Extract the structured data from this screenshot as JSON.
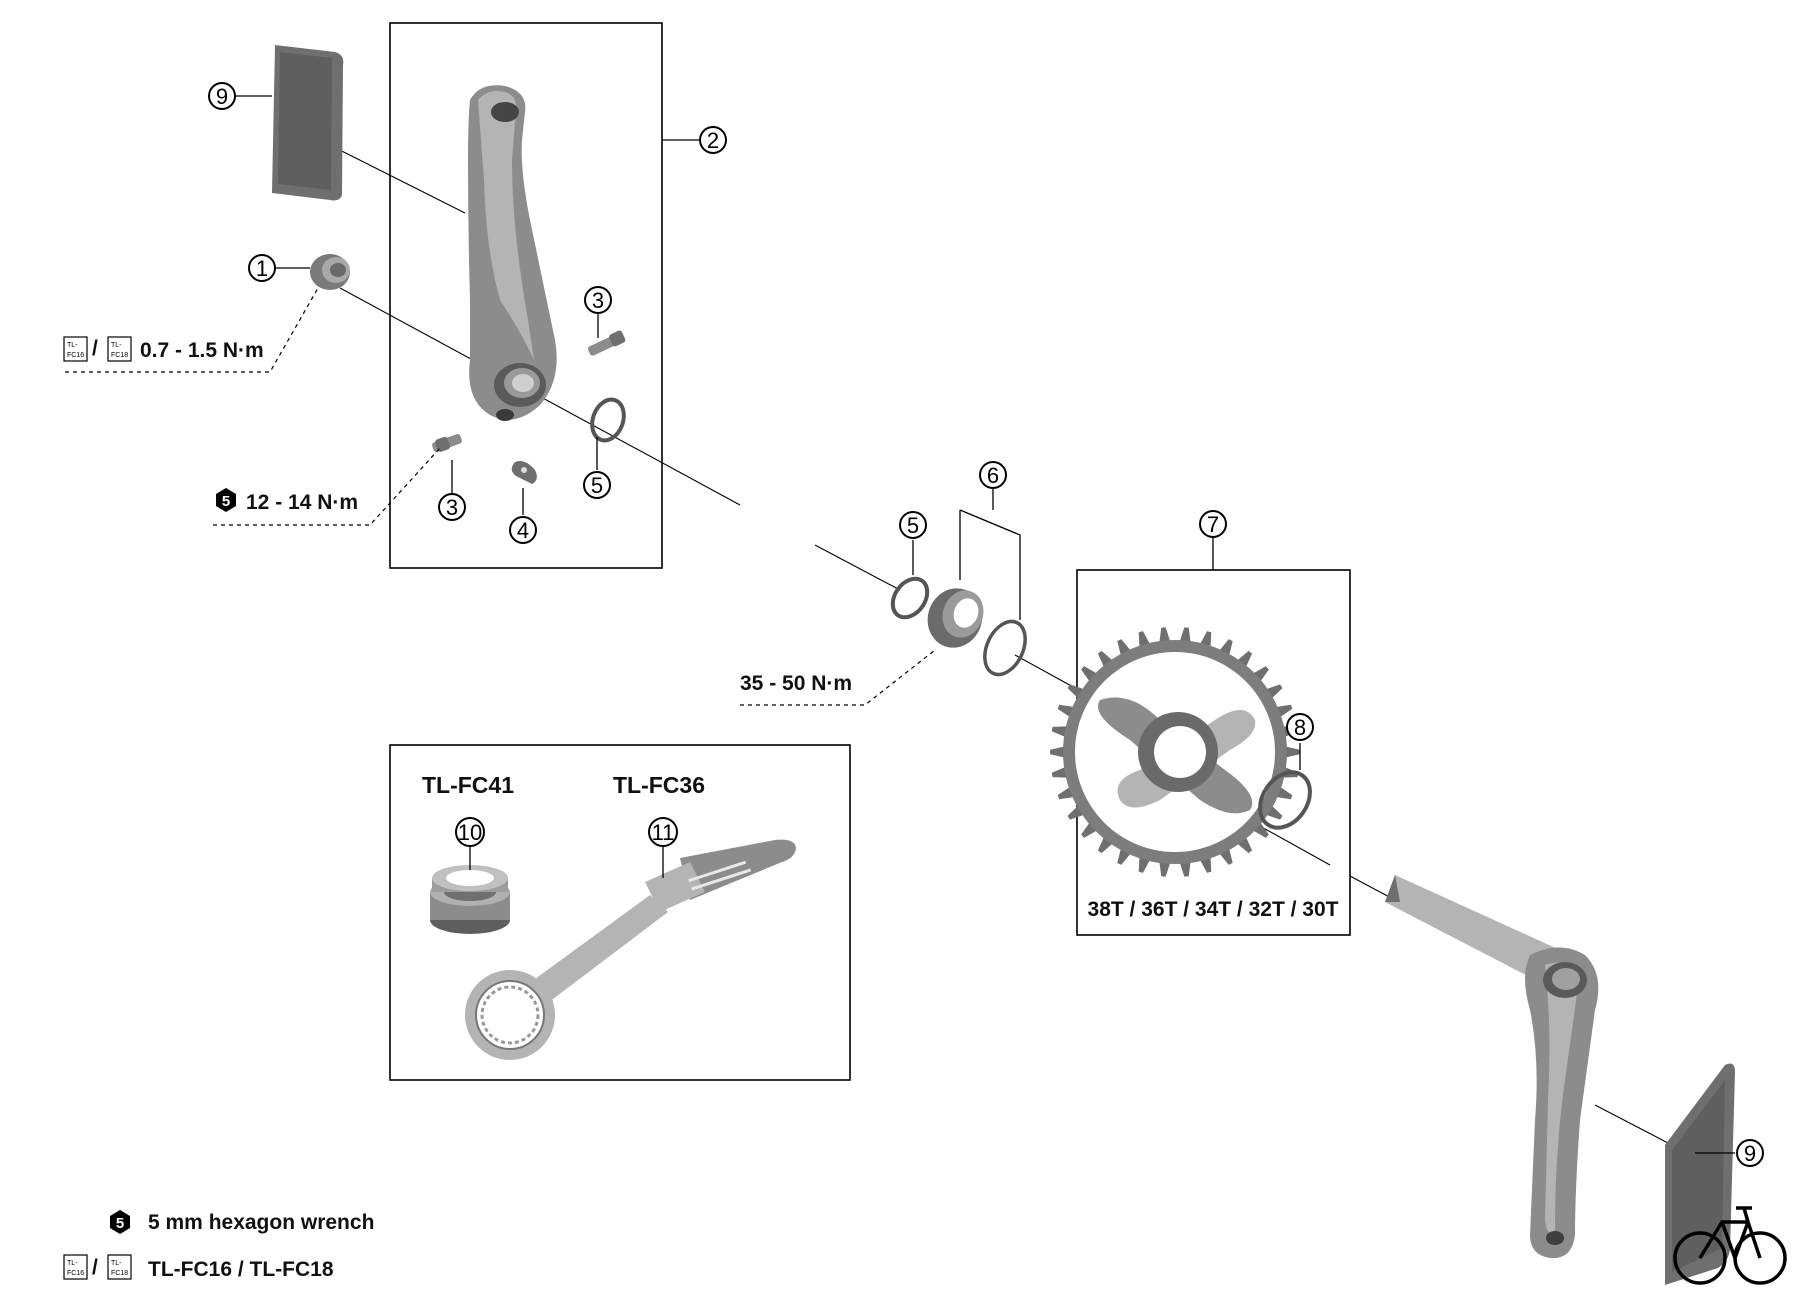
{
  "callouts": {
    "c1": "1",
    "c2": "2",
    "c3a": "3",
    "c3b": "3",
    "c4": "4",
    "c5a": "5",
    "c5b": "5",
    "c6": "6",
    "c7": "7",
    "c8": "8",
    "c9a": "9",
    "c9b": "9",
    "c10": "10",
    "c11": "11"
  },
  "torque": {
    "cap": "0.7 - 1.5 N·m",
    "pinch_bolt": "12 - 14 N·m",
    "lockring": "35 - 50 N·m"
  },
  "tool_icon": {
    "label_a": "TL-\nFC16",
    "label_b": "TL-\nFC18",
    "separator": "/"
  },
  "hex_key_number": "5",
  "tools_box": {
    "tool_a": "TL-FC41",
    "tool_b": "TL-FC36"
  },
  "chainring_sizes": "38T / 36T / 34T / 32T / 30T",
  "legend": {
    "hex_wrench": "5 mm hexagon wrench",
    "tools": "TL-FC16 / TL-FC18"
  }
}
